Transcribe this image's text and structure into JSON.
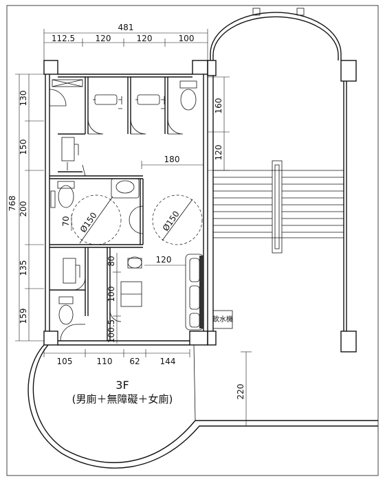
{
  "drawing": {
    "floor": "3F",
    "caption": "(男廁＋無障礙＋女廁)",
    "fountain_label": "飲水機"
  },
  "dimensions": {
    "overall_width": "481",
    "top_segments": [
      "112.5",
      "120",
      "120",
      "100"
    ],
    "overall_height": "768",
    "left_segments": [
      "130",
      "150",
      "200",
      "135",
      "159"
    ],
    "right_segments": [
      "160",
      "120"
    ],
    "corridor_width": "180",
    "turning_circle": "Ø150",
    "grab_bar": "70",
    "sink_offset": "120",
    "stall_heights": [
      "80",
      "100",
      "100.5"
    ],
    "bottom_segments": [
      "105",
      "110",
      "62",
      "144"
    ],
    "balcony_depth": "220"
  }
}
